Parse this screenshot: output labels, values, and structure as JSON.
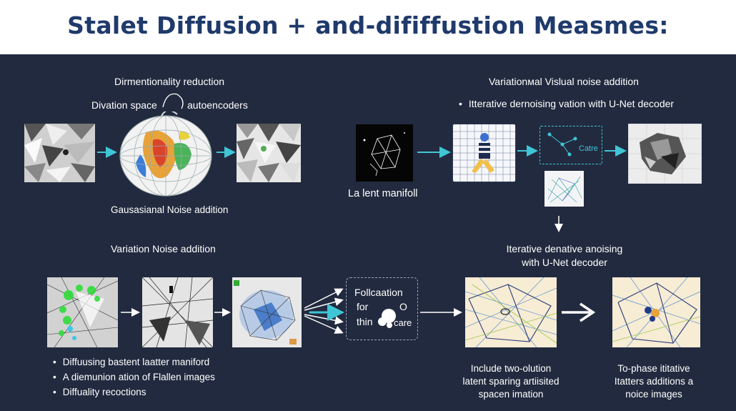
{
  "title": "Stalet Diffusion + and-dififfustion Measmes:",
  "top_left": {
    "heading": "Dirmentionality reduction",
    "label_left": "Divation space",
    "label_right": "autoencoders",
    "caption": "Gausasianal Noise addition"
  },
  "top_right": {
    "heading": "Variationмal Vislual noise addition",
    "bullet": "Itterative dernoising vation with U-Net decoder",
    "manifold_label": "La lent manifoll",
    "box_text": "Catre"
  },
  "bottom_left": {
    "heading": "Variation Noise addition",
    "bullets": [
      "Diffuusing bastent laatter maniford",
      "A diemunion ation of Flallen images",
      "Diffuality recoctions"
    ]
  },
  "middle_box": {
    "line1": "Follcaation",
    "line2": "for",
    "line3": "thin",
    "tail1": "O",
    "tail2": "care"
  },
  "bottom_right": {
    "heading_line1": "Iterative denative anoising",
    "heading_line2": "with U-Net decoder",
    "caption_left": [
      "Include two-olution",
      "latent sparing artiisited",
      "spacen imation"
    ],
    "caption_right": [
      "To-phase ititative",
      "Itatters additions a",
      "noice images"
    ]
  },
  "colors": {
    "accent": "#3fc6d6",
    "title": "#1f3a6b",
    "background": "#222a3f"
  }
}
